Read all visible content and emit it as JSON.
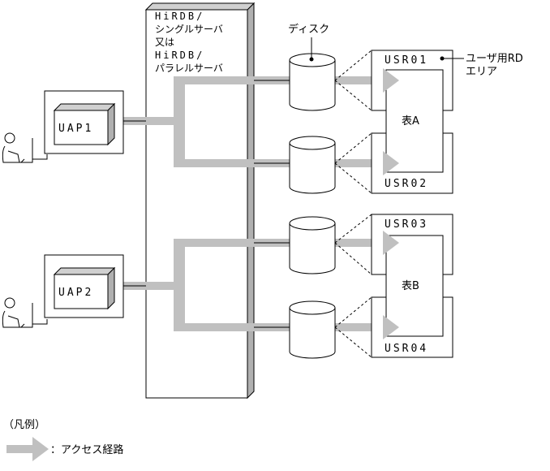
{
  "server": {
    "lines": [
      "HiRDB/",
      "シングルサーバ",
      "又は",
      "HiRDB/",
      "パラレルサーバ"
    ]
  },
  "disk_label": "ディスク",
  "rd_area_label": [
    "ユーザ用RD",
    "エリア"
  ],
  "uaps": [
    "UAP1",
    "UAP2"
  ],
  "rd_areas": [
    "USR01",
    "USR02",
    "USR03",
    "USR04"
  ],
  "tables": [
    "表A",
    "表B"
  ],
  "legend": {
    "title": "（凡例）",
    "access_path": "：アクセス経路"
  },
  "colors": {
    "arrow": "#c0c0c0",
    "shadow": "#b8b8b8",
    "line": "#000000"
  }
}
